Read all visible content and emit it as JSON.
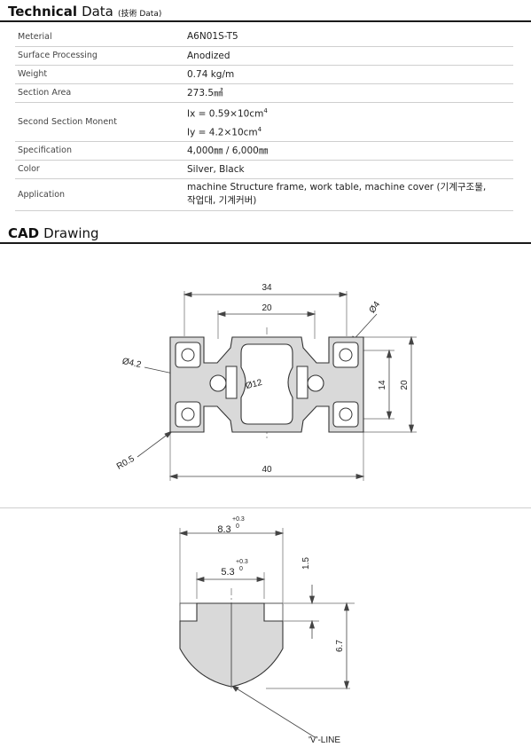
{
  "technical": {
    "title_bold": "Technical",
    "title_reg": "Data",
    "title_small": "(技術 Data)",
    "rows": [
      {
        "key": "Meterial",
        "value": "A6N01S-T5"
      },
      {
        "key": "Surface Processing",
        "value": "Anodized"
      },
      {
        "key": "Weight",
        "value": "0.74 kg/m"
      },
      {
        "key": "Section Area",
        "value": "273.5㎟"
      },
      {
        "key": "Second Section Monent",
        "value_line1": "Ix = 0.59×10cm",
        "value_line2": "Iy = 4.2×10cm",
        "exp": "4"
      },
      {
        "key": "Specification",
        "value": "4,000㎜ / 6,000㎜"
      },
      {
        "key": "Color",
        "value": "Silver, Black"
      },
      {
        "key": "Application",
        "value_line1": "machine Structure frame, work table, machine cover (기계구조물,",
        "value_line2": "작업대, 기계커버)"
      }
    ]
  },
  "cad": {
    "title_bold": "CAD",
    "title_reg": "Drawing",
    "profile_dims": {
      "overall_width": "34",
      "slot_span": "20",
      "hole_dia": "Ø4",
      "center_hole": "Ø4.2",
      "core_dia": "Ø12",
      "inner_height": "14",
      "outer_height": "20",
      "length": "40",
      "corner_radius": "R0.5"
    },
    "slot_dims": {
      "outer_width": "8.3",
      "outer_tol_upper": "+0.3",
      "outer_tol_lower": "0",
      "inner_width": "5.3",
      "inner_tol_upper": "+0.3",
      "inner_tol_lower": "0",
      "lip_depth": "1.5",
      "slot_depth": "6.7",
      "v_line": "'V'-LINE"
    }
  }
}
